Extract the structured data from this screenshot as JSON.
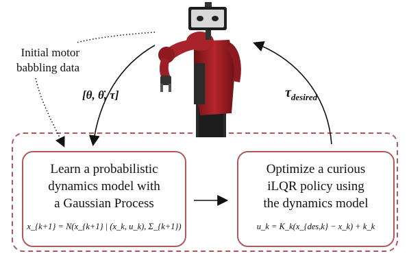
{
  "initial_label": [
    "Initial motor",
    "babbling data"
  ],
  "state_label": "[θ, θ̇, τ]",
  "torque_label": "τ",
  "torque_subscript": "desired",
  "left_box": {
    "lines": [
      "Learn a probabilistic",
      "dynamics model with",
      "a Gaussian Process"
    ],
    "formula": "x_{k+1} = N(x_{k+1} | (x_k, u_k), Σ_{k+1})"
  },
  "right_box": {
    "lines": [
      "Optimize a curious",
      "iLQR policy using",
      "the dynamics model"
    ],
    "formula": "u_k = K_k(x_{des,k} − x_k) + k_k"
  },
  "robot_image": "robot-arm-illustration",
  "colors": {
    "box_border": "#b0585a",
    "robot_red": "#9e1f24"
  }
}
